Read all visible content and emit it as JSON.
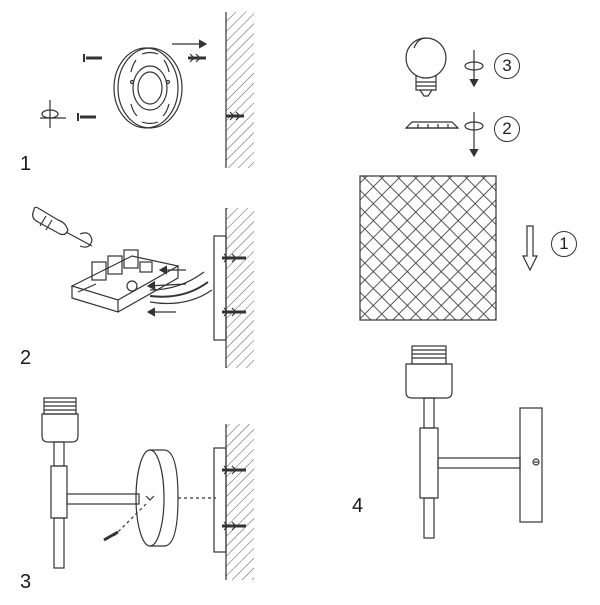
{
  "steps": [
    {
      "number": "1"
    },
    {
      "number": "2"
    },
    {
      "number": "3"
    },
    {
      "number": "4"
    }
  ],
  "sub_steps": {
    "shade": "1",
    "bulb_holder": "2",
    "bulb": "3"
  },
  "colors": {
    "line": "#333333",
    "wall_hatch": "#555555",
    "background": "#ffffff"
  },
  "icons": [
    "screw-icon",
    "wall-plug-icon",
    "screwdriver-icon",
    "rotate-arrow-icon",
    "down-arrow-icon",
    "light-bulb-icon"
  ]
}
